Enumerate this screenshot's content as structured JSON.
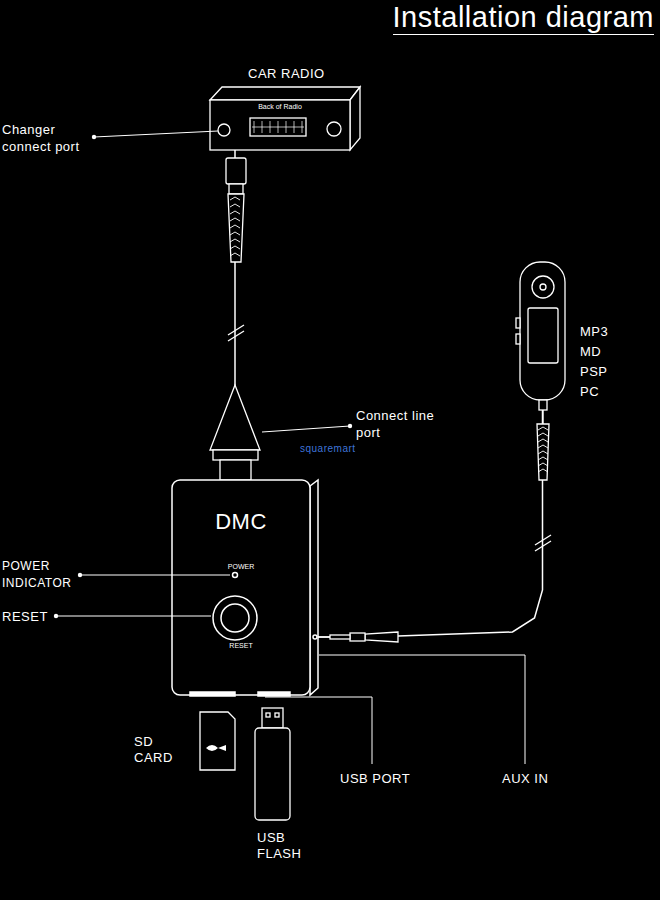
{
  "diagram": {
    "title": "Installation diagram",
    "nodes": [
      {
        "text": [
          "CAR RADIO",
          "Back of Radio"
        ]
      },
      {
        "text": [
          "MP3 MD PSP PC"
        ]
      },
      {
        "text": [
          "DMC",
          "POWER",
          "RESET"
        ]
      },
      {
        "text": [
          "SD CARD"
        ]
      },
      {
        "text": [
          "USB FLASH"
        ]
      }
    ],
    "edges": [
      {
        "from": 0,
        "to": 2,
        "arrow": "none"
      },
      {
        "from": 1,
        "to": 2,
        "arrow": "none"
      }
    ],
    "labels": [
      "Changer connect port",
      "Connect line port",
      "squaremart",
      "POWER INDICATOR",
      "RESET",
      "USB PORT",
      "AUX IN"
    ]
  }
}
